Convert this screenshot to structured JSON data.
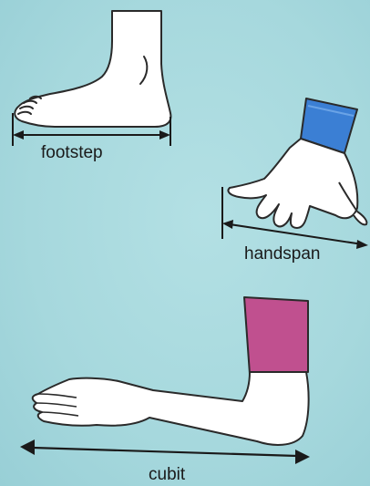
{
  "labels": {
    "footstep": "footstep",
    "handspan": "handspan",
    "cubit": "cubit"
  },
  "colors": {
    "background": "#a9dbe0",
    "skin": "#ffffff",
    "outline": "#2a2a2a",
    "sleeve_blue": "#3b7fd4",
    "sleeve_magenta": "#c0508f"
  }
}
